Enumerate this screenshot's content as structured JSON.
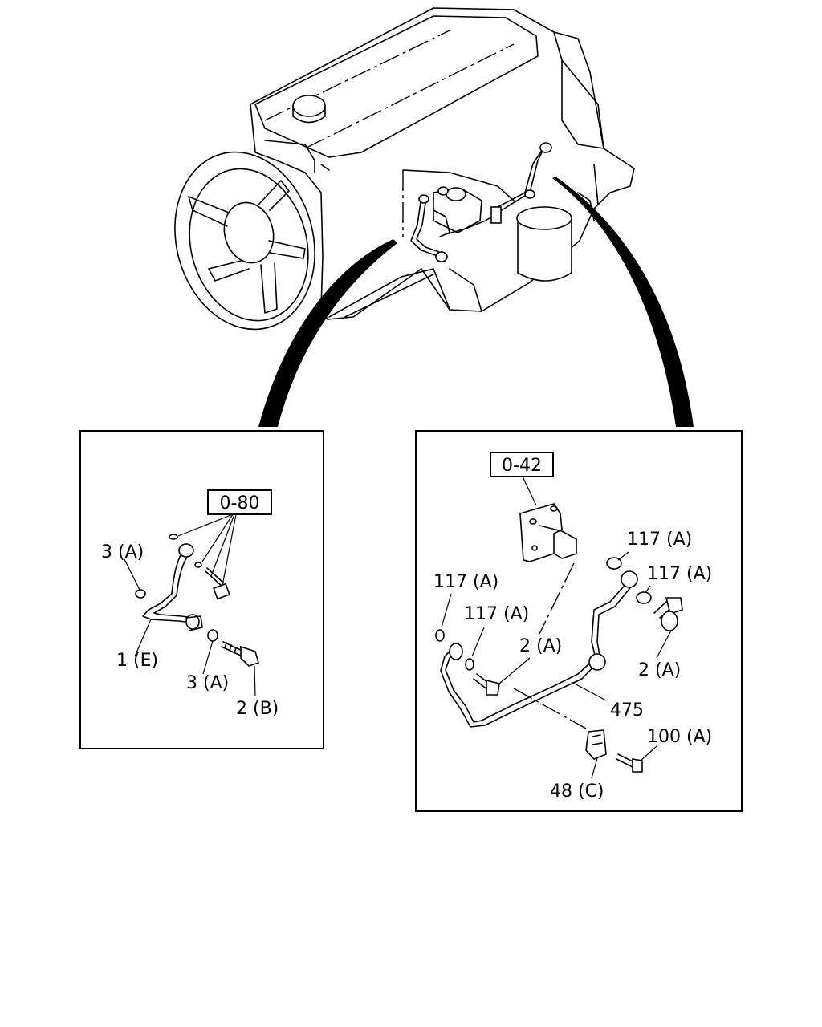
{
  "left_panel": {
    "ref_box": "0-80",
    "callouts": {
      "c1": "3 (A)",
      "c2": "1 (E)",
      "c3": "3 (A)",
      "c4": "2 (B)"
    }
  },
  "right_panel": {
    "ref_box": "0-42",
    "callouts": {
      "c1": "117 (A)",
      "c2": "117 (A)",
      "c3": "117 (A)",
      "c4": "117 (A)",
      "c5": "2 (A)",
      "c6": "2 (A)",
      "c7": "475",
      "c8": "100 (A)",
      "c9": "48 (C)"
    }
  }
}
